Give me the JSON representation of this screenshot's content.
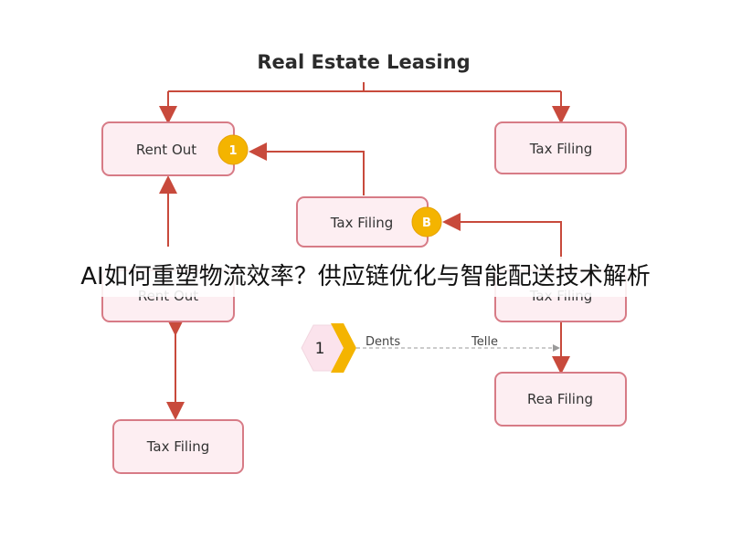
{
  "diagram": {
    "title": "Real Estate Leasing",
    "nodes": {
      "rent_out_top": "Rent Out",
      "tax_filing_top_right": "Tax Filing",
      "tax_filing_center": "Tax Filing",
      "rent_out_middle": "Rent Out",
      "tax_filing_middle_right": "Tax Filing",
      "tax_filing_bottom_left": "Tax Filing",
      "rea_filing_bottom_right": "Rea Filing"
    },
    "badges": {
      "rent_out_badge": "1",
      "tax_filing_center_badge": "B",
      "step_badge": "1"
    },
    "labels": {
      "dents": "Dents",
      "telle": "Telle"
    }
  },
  "overlay": {
    "caption": "AI如何重塑物流效率？供应链优化与智能配送技术解析"
  },
  "colors": {
    "connector": "#c84a3c",
    "node_border": "#d77b86",
    "node_fill": "#fdeef2",
    "badge": "#f4b400"
  }
}
